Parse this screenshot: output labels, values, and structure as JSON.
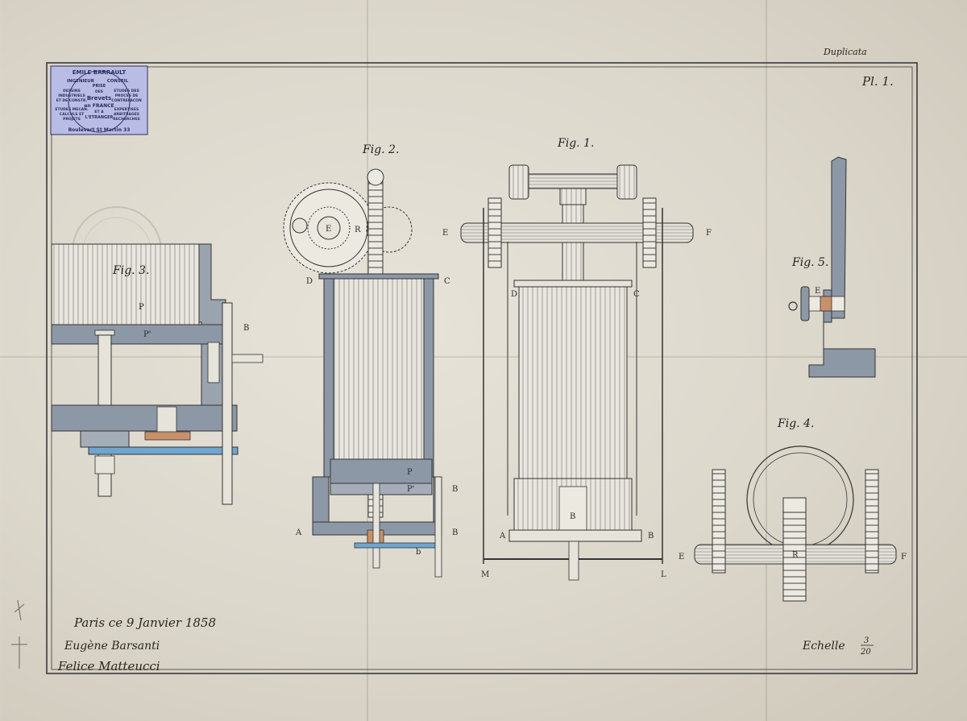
{
  "header": {
    "duplicata": "Duplicata",
    "plate": "Pl. 1."
  },
  "stamp": {
    "name": "EMILE BARRAULT",
    "role_left": "INGENIEUR",
    "role_right": "CONSEIL",
    "center": [
      "PRISE",
      "DES",
      "Brevets",
      "en FRANCE",
      "ET A",
      "L'ETRANGER"
    ],
    "left_lines": [
      "DESSINS",
      "INDUSTRIELS",
      "ET DE CONSTR.",
      "ETUDES MECAN.",
      "CALCULS ET",
      "PROJETS"
    ],
    "right_lines": [
      "ETUDES DES",
      "PROCES DE",
      "CONTREFACON",
      "EXPERTISES",
      "ARBITRAGES",
      "RECHERCHES"
    ],
    "address": "Boulevart St Martin 33",
    "color": "#b9bde6"
  },
  "figures": {
    "fig1": "Fig. 1.",
    "fig2": "Fig. 2.",
    "fig3": "Fig. 3.",
    "fig4": "Fig. 4.",
    "fig5": "Fig. 5."
  },
  "labels": {
    "E": "E",
    "F": "F",
    "D": "D",
    "C": "C",
    "A": "A",
    "B": "B",
    "M": "M",
    "L": "L",
    "P": "P",
    "P_prime": "P'",
    "R": "R",
    "b": "b"
  },
  "footer": {
    "date": "Paris ce 9 Janvier 1858",
    "signature1": "Eugène Barsanti",
    "signature2": "Felice Matteucci",
    "scale_label": "Echelle",
    "scale_num": "3",
    "scale_den": "20"
  },
  "colors": {
    "paper": "#e3dfd4",
    "ink": "#2a2a2a",
    "steel": "#8d98a6",
    "blue": "#6fa6cf",
    "copper": "#c8916a"
  }
}
